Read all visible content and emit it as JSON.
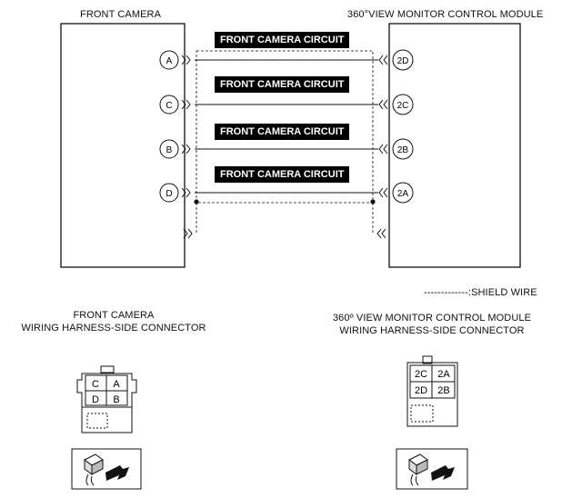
{
  "labels": {
    "front_camera": "FRONT CAMERA",
    "control_module": "360°VIEW MONITOR CONTROL MODULE",
    "shield_legend": "-------------:SHIELD WIRE",
    "front_connector_line1": "FRONT CAMERA",
    "front_connector_line2": "WIRING HARNESS-SIDE CONNECTOR",
    "module_connector_line1": "360º VIEW MONITOR CONTROL MODULE",
    "module_connector_line2": "WIRING HARNESS-SIDE CONNECTOR"
  },
  "circuits": [
    {
      "name": "FRONT CAMERA CIRCUIT",
      "left_pin": "A",
      "right_pin": "2D"
    },
    {
      "name": "FRONT CAMERA CIRCUIT",
      "left_pin": "C",
      "right_pin": "2C"
    },
    {
      "name": "FRONT CAMERA CIRCUIT",
      "left_pin": "B",
      "right_pin": "2B"
    },
    {
      "name": "FRONT CAMERA CIRCUIT",
      "left_pin": "D",
      "right_pin": "2A"
    }
  ],
  "front_connector": {
    "cells": [
      "C",
      "A",
      "D",
      "B"
    ]
  },
  "module_connector": {
    "cells": [
      "2C",
      "2A",
      "2D",
      "2B"
    ]
  }
}
